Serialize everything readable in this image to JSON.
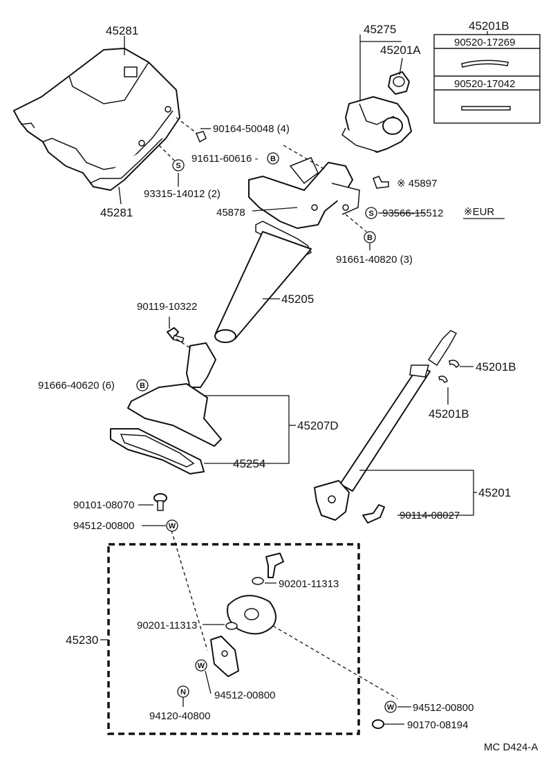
{
  "labels": {
    "p45281_top": "45281",
    "p45281_bottom": "45281",
    "p45275": "45275",
    "p45201A": "45201A",
    "p45201B_header": "45201B",
    "kit_row1": "90520-17269",
    "kit_row2": "90520-17042",
    "p90164": "90164-50048 (4)",
    "p91611": "91611-60616 -",
    "p93315": "93315-14012 (2)",
    "p45897": "※ 45897",
    "p45878": "45878",
    "p93566": "93566-15512",
    "eur_note": "※EUR",
    "p91661": "91661-40820 (3)",
    "p45205": "45205",
    "p90119": "90119-10322",
    "p91666": "91666-40620 (6)",
    "p45207D": "45207D",
    "p45254": "45254",
    "p45201B_1": "45201B",
    "p45201B_2": "45201B",
    "p45201": "45201",
    "p90114": "90114-08027",
    "p90101": "90101-08070",
    "p94512_a": "94512-00800",
    "p45230": "45230",
    "p90201_a": "90201-11313",
    "p90201_b": "90201-11313",
    "p94512_b": "94512-00800",
    "p94120": "94120-40800",
    "p94512_c": "94512-00800",
    "p90170": "90170-08194",
    "footer_code": "MC  D424-A"
  },
  "symbols": {
    "b": "B",
    "s": "S",
    "w": "W",
    "n": "N"
  }
}
